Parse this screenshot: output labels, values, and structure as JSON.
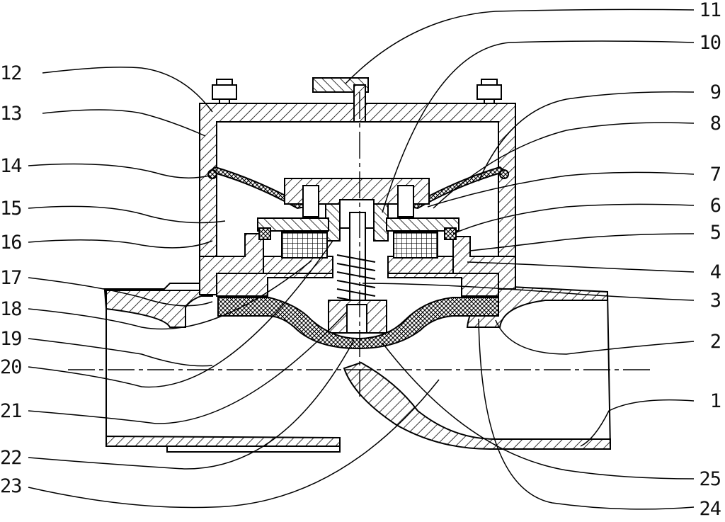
{
  "labels_left": [
    {
      "id": "12",
      "text": "12"
    },
    {
      "id": "13",
      "text": "13"
    },
    {
      "id": "14",
      "text": "14"
    },
    {
      "id": "15",
      "text": "15"
    },
    {
      "id": "16",
      "text": "16"
    },
    {
      "id": "17",
      "text": "17"
    },
    {
      "id": "18",
      "text": "18"
    },
    {
      "id": "19",
      "text": "19"
    },
    {
      "id": "20",
      "text": "20"
    },
    {
      "id": "21",
      "text": "21"
    },
    {
      "id": "22",
      "text": "22"
    },
    {
      "id": "23",
      "text": "23"
    }
  ],
  "labels_right": [
    {
      "id": "11",
      "text": "11"
    },
    {
      "id": "10",
      "text": "10"
    },
    {
      "id": "9",
      "text": "9"
    },
    {
      "id": "8",
      "text": "8"
    },
    {
      "id": "7",
      "text": "7"
    },
    {
      "id": "6",
      "text": "6"
    },
    {
      "id": "5",
      "text": "5"
    },
    {
      "id": "4",
      "text": "4"
    },
    {
      "id": "3",
      "text": "3"
    },
    {
      "id": "2",
      "text": "2"
    },
    {
      "id": "1",
      "text": "1"
    },
    {
      "id": "25",
      "text": "25"
    },
    {
      "id": "24",
      "text": "24"
    }
  ]
}
